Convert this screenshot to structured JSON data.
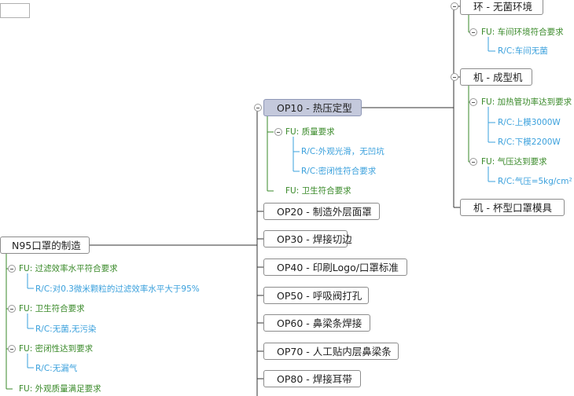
{
  "root": {
    "label": "N95口罩的制造"
  },
  "op10": {
    "label": "OP10 - 热压定型"
  },
  "ops": [
    {
      "label": "OP20 - 制造外层面罩"
    },
    {
      "label": "OP30 - 焊接切边"
    },
    {
      "label": "OP40 - 印刷Logo/口罩标准"
    },
    {
      "label": "OP50 - 呼吸阀打孔"
    },
    {
      "label": "OP60 - 鼻梁条焊接"
    },
    {
      "label": "OP70 - 人工贴内层鼻梁条"
    },
    {
      "label": "OP80 - 焊接耳带"
    }
  ],
  "env": {
    "label": "环 - 无菌环境",
    "fu": "FU: 车间环境符合要求",
    "rc": "R/C:车间无菌"
  },
  "machine": {
    "label": "机 - 成型机",
    "fu1": "FU: 加热管功率达到要求",
    "rc1": "R/C:上模3000W",
    "rc2": "R/C:下模2200W",
    "fu2": "FU: 气压达到要求",
    "rc3": "R/C:气压=5kg/cm²"
  },
  "mold": {
    "label": "机 - 杯型口罩模具"
  },
  "op10_fu": {
    "fu1": "FU: 质量要求",
    "rc1": "R/C:外观光滑，无凹坑",
    "rc2": "R/C:密闭性符合要求",
    "fu2": "FU: 卫生符合要求"
  },
  "root_fu": {
    "fu1": "FU: 过滤效率水平符合要求",
    "rc1": "R/C:对0.3微米颗粒的过滤效率水平大于95%",
    "fu2": "FU: 卫生符合要求",
    "rc2": "R/C:无菌,无污染",
    "fu3": "FU: 密闭性达到要求",
    "rc3": "R/C:无漏气",
    "fu4": "FU: 外观质量满足要求"
  },
  "colors": {
    "selected_fill": "#c4c9dc",
    "fu_green": "#3a8a2a",
    "rc_blue": "#3aa0dc",
    "line": "#333333"
  }
}
